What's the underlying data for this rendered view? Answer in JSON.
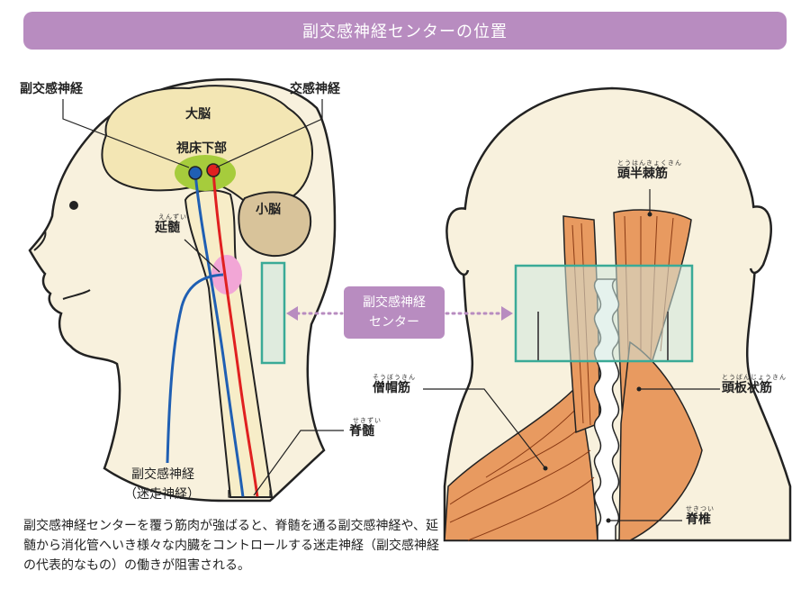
{
  "title": "副交感神経センターの位置",
  "left": {
    "parasympathetic": "副交感神経",
    "sympathetic": "交感神経",
    "cerebrum": "大脳",
    "hypothalamus": "視床下部",
    "cerebellum": "小脳",
    "medulla": "延髄",
    "medulla_ruby": "えんずい",
    "spinal_cord": "脊髄",
    "spinal_cord_ruby": "せきずい",
    "vagus_line1": "副交感神経",
    "vagus_line2": "（迷走神経）"
  },
  "center_tag": {
    "line1": "副交感神経",
    "line2": "センター"
  },
  "right": {
    "semispinalis": "頭半棘筋",
    "semispinalis_ruby": "とうはんきょくきん",
    "trapezius": "僧帽筋",
    "trapezius_ruby": "そうぼうきん",
    "splenius": "頭板状筋",
    "splenius_ruby": "とうばんじょうきん",
    "vertebra": "脊椎",
    "vertebra_ruby": "せきつい"
  },
  "caption": "副交感神経センターを覆う筋肉が強ばると、脊髄を通る副交感神経や、延髄から消化管へいき様々な内臓をコントロールする迷走神経（副交感神経の代表的なもの）の働きが阻害される。",
  "colors": {
    "banner": "#b88cc0",
    "skin": "#f8f1dd",
    "brain": "#f3e6b4",
    "cerebellum": "#d8c39a",
    "hypothalamus": "#a6cc3c",
    "medulla": "#f2a6d6",
    "sympathetic": "#e02020",
    "parasympathetic": "#1f5fb3",
    "muscle": "#e89a60",
    "center_box": "#3aaa97"
  }
}
